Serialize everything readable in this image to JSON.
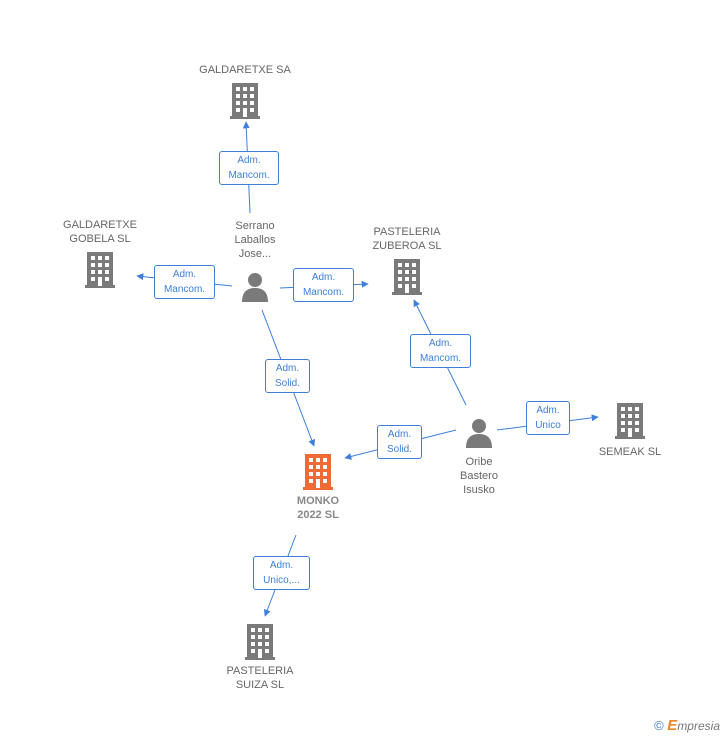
{
  "nodes": {
    "galdaretxe_sa": {
      "label": "GALDARETXE SA",
      "kind": "company"
    },
    "galdaretxe_gobela": {
      "label": "GALDARETXE\nGOBELA  SL",
      "kind": "company"
    },
    "serrano": {
      "label": "Serrano\nLaballos\nJose...",
      "kind": "person"
    },
    "pasteleria_zuberoa": {
      "label": "PASTELERIA\nZUBEROA  SL",
      "kind": "company"
    },
    "semeak": {
      "label": "SEMEAK SL",
      "kind": "company"
    },
    "oribe": {
      "label": "Oribe\nBastero\nIsusko",
      "kind": "person"
    },
    "monko": {
      "label": "MONKO\n2022  SL",
      "kind": "company-focus"
    },
    "pasteleria_suiza": {
      "label": "PASTELERIA\nSUIZA  SL",
      "kind": "company"
    }
  },
  "edges": [
    {
      "label": "Adm.\nMancom."
    },
    {
      "label": "Adm.\nMancom."
    },
    {
      "label": "Adm.\nMancom."
    },
    {
      "label": "Adm.\nSolid."
    },
    {
      "label": "Adm.\nMancom."
    },
    {
      "label": "Adm.\nUnico"
    },
    {
      "label": "Adm.\nSolid."
    },
    {
      "label": "Adm.\nUnico,..."
    }
  ],
  "colors": {
    "company": "#7a7a7a",
    "focus": "#f06a35",
    "person": "#7a7a7a",
    "edge": "#3d7fd9"
  },
  "footer": {
    "copyright": "©",
    "brand_initial": "E",
    "brand_rest": "mpresia"
  }
}
